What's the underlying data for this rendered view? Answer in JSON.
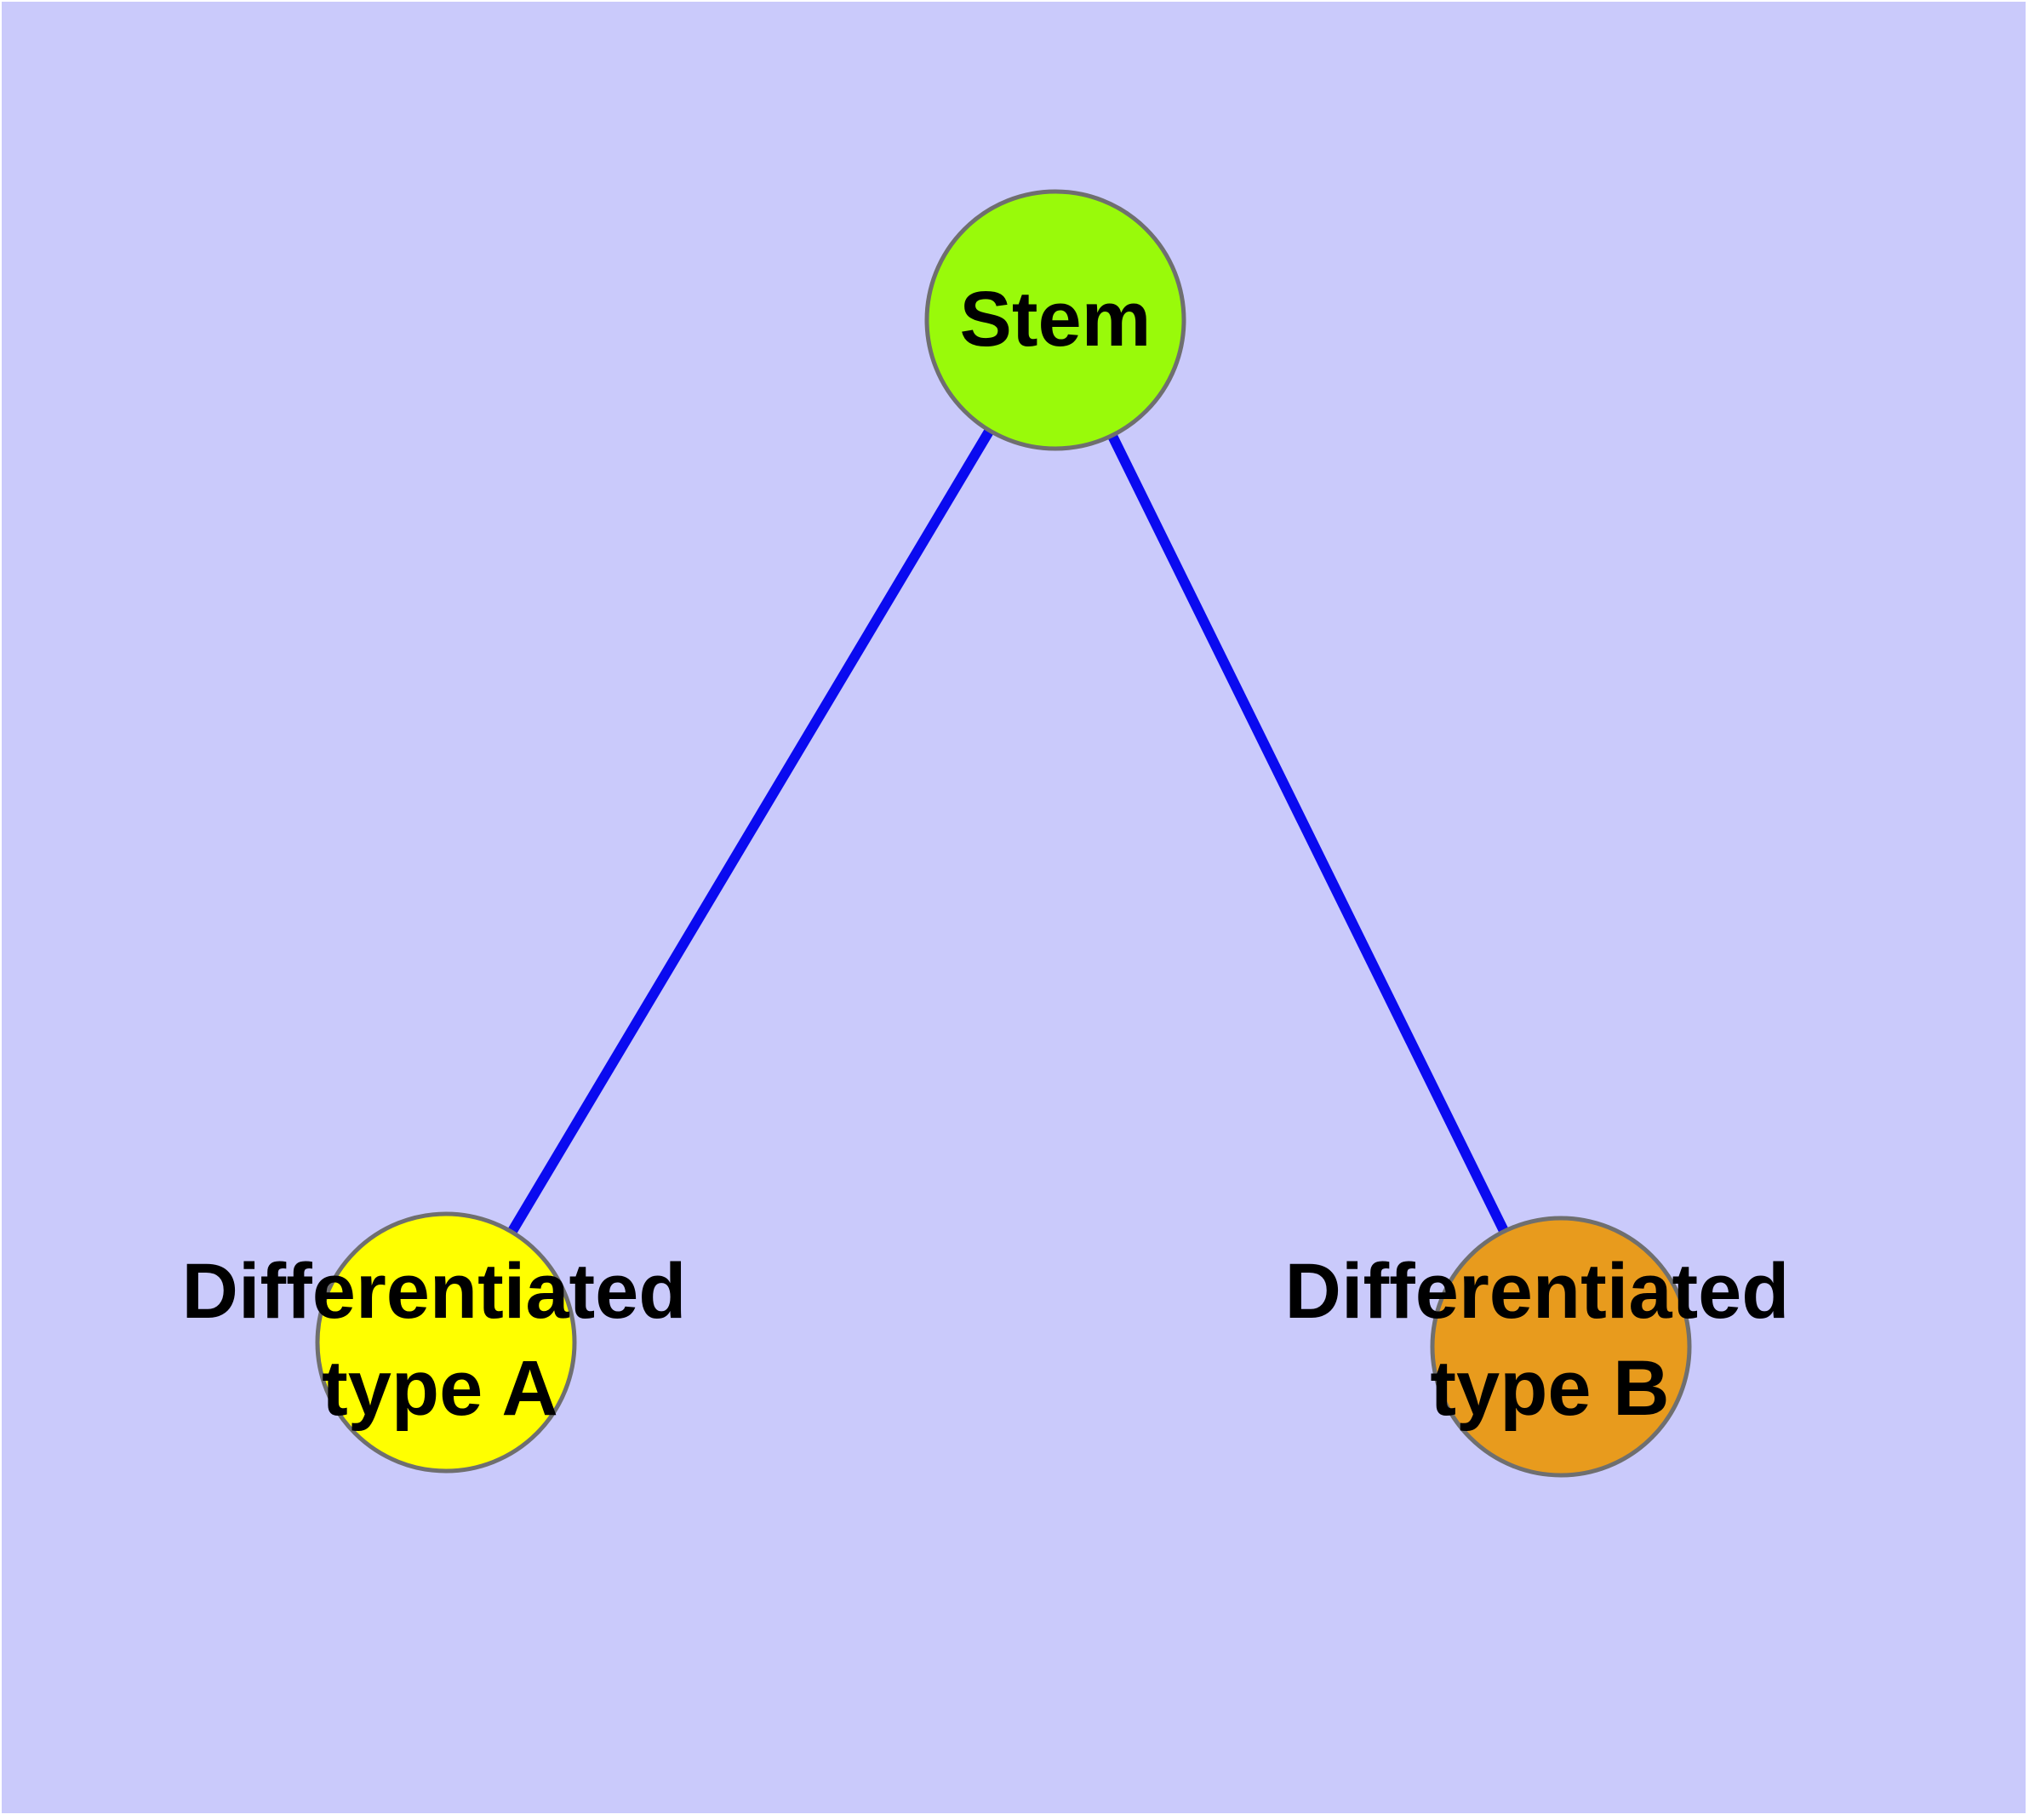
{
  "diagram": {
    "type": "graph",
    "description": "Cell differentiation graph: Stem node connected to two differentiated cell type nodes",
    "background_color": "#CACAFB",
    "margin_color": "#FFFFFF",
    "edge_color": "#0A0AF0",
    "node_border_color": "#6F6F6F",
    "label_color": "#000000",
    "nodes": [
      {
        "id": "stem",
        "label": "Stem",
        "lines": [
          "Stem"
        ],
        "color": "#99FA0A"
      },
      {
        "id": "differentiated-type-a",
        "label": "Differentiated type A",
        "lines": [
          "Differentiated",
          "type A"
        ],
        "color": "#FFFF00"
      },
      {
        "id": "differentiated-type-b",
        "label": "Differentiated type B",
        "lines": [
          "Differentiated",
          "type B"
        ],
        "color": "#E89B1D"
      }
    ],
    "edges": [
      {
        "from": "Stem",
        "to": "Differentiated type A"
      },
      {
        "from": "Stem",
        "to": "Differentiated type B"
      }
    ]
  }
}
